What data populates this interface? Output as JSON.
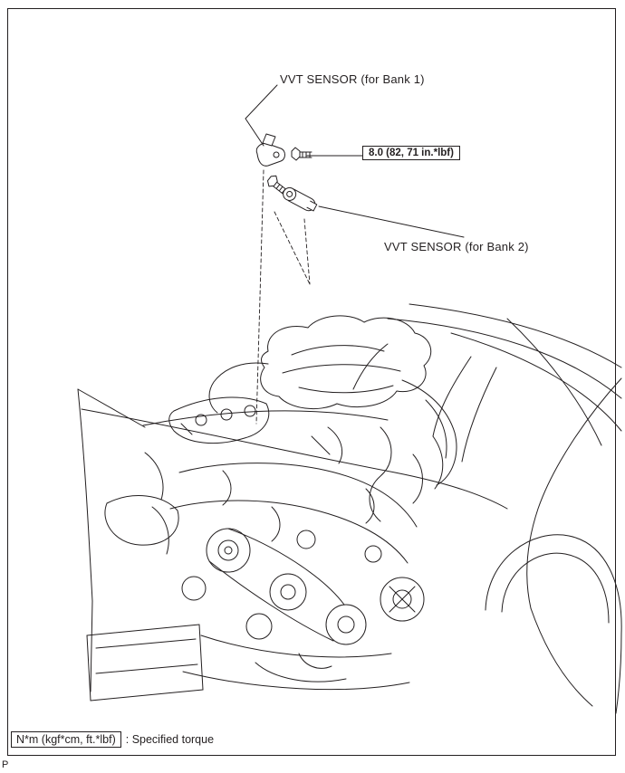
{
  "colors": {
    "line": "#231f20",
    "background": "#ffffff"
  },
  "figure": {
    "callouts": {
      "bank1_label": "VVT SENSOR (for Bank 1)",
      "bank2_label": "VVT SENSOR (for Bank 2)",
      "torque_spec": "8.0 (82, 71 in.*lbf)"
    },
    "legend": {
      "unit_box": "N*m (kgf*cm, ft.*lbf)",
      "description": ": Specified torque"
    },
    "page_marker": "P"
  }
}
